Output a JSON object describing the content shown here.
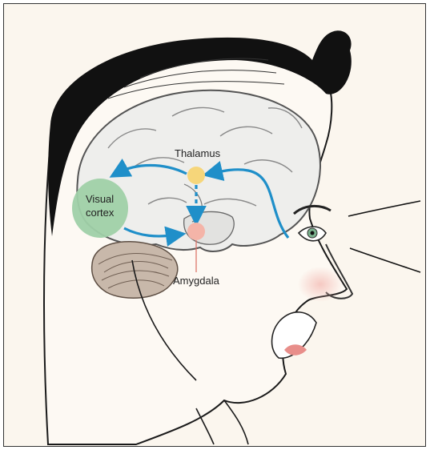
{
  "labels": {
    "thalamus": "Thalamus",
    "visual_cortex_line1": "Visual",
    "visual_cortex_line2": "cortex",
    "amygdala": "Amygdala"
  },
  "colors": {
    "background": "#fbf6ee",
    "pathway_arrow": "#1f8fc9",
    "thalamus": "#f6d67a",
    "visual_cortex": "#9fd0a8",
    "amygdala": "#f4b4a8",
    "hair": "#111111"
  }
}
